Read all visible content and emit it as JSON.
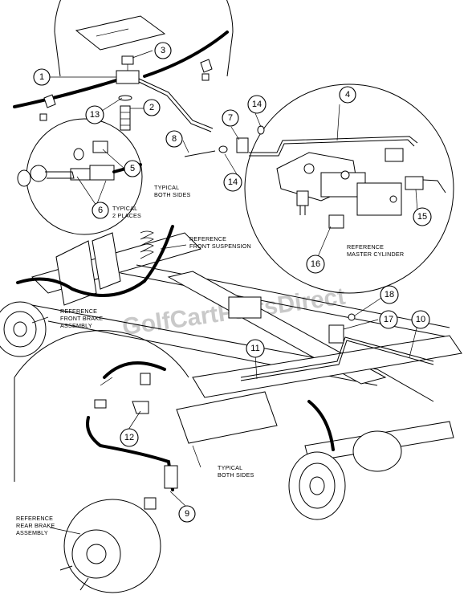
{
  "callouts": [
    {
      "id": "callout-1",
      "label": "1"
    },
    {
      "id": "callout-2",
      "label": "2"
    },
    {
      "id": "callout-3",
      "label": "3"
    },
    {
      "id": "callout-4",
      "label": "4"
    },
    {
      "id": "callout-5",
      "label": "5"
    },
    {
      "id": "callout-6",
      "label": "6"
    },
    {
      "id": "callout-7",
      "label": "7"
    },
    {
      "id": "callout-8",
      "label": "8"
    },
    {
      "id": "callout-9",
      "label": "9"
    },
    {
      "id": "callout-10",
      "label": "10"
    },
    {
      "id": "callout-11",
      "label": "11"
    },
    {
      "id": "callout-12",
      "label": "12"
    },
    {
      "id": "callout-13",
      "label": "13"
    },
    {
      "id": "callout-14a",
      "label": "14"
    },
    {
      "id": "callout-14b",
      "label": "14"
    },
    {
      "id": "callout-15",
      "label": "15"
    },
    {
      "id": "callout-16",
      "label": "16"
    },
    {
      "id": "callout-17",
      "label": "17"
    },
    {
      "id": "callout-18",
      "label": "18"
    }
  ],
  "notes": {
    "typical_both_sides_top": [
      "TYPICAL",
      "BOTH SIDES"
    ],
    "typical_2_places": [
      "TYPICAL",
      "2 PLACES"
    ],
    "ref_front_suspension": [
      "REFERENCE",
      "FRONT SUSPENSION"
    ],
    "ref_master_cylinder": [
      "REFERENCE",
      "MASTER CYLINDER"
    ],
    "ref_front_brake": [
      "REFERENCE",
      "FRONT BRAKE",
      "ASSEMBLY"
    ],
    "typical_both_sides_bottom": [
      "TYPICAL",
      "BOTH SIDES"
    ],
    "ref_rear_brake": [
      "REFERENCE",
      "REAR BRAKE",
      "ASSEMBLY"
    ]
  },
  "watermark": "GolfCartPartsDirect"
}
